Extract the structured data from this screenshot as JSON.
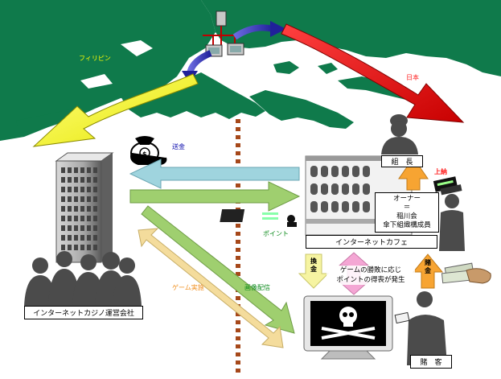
{
  "labels": {
    "philippines": "フィリピン",
    "japan": "日本",
    "remittance": "送金",
    "point": "ポイント",
    "game_operation": "ゲーム実施",
    "image_delivery": "画像配信",
    "payoff": "上納",
    "boss": "組　長",
    "owner_line1": "オーナー",
    "owner_line2": "＝",
    "owner_line3": "稲川会",
    "owner_line4": "傘下組織構成員",
    "internet_cafe": "インターネットカフェ",
    "casino_company": "インターネットカジノ運営会社",
    "cash_out": "換金",
    "betting_money": "賭金",
    "game_result_line1": "ゲームの勝敗に応じ",
    "game_result_line2": "ポイントの得喪が発生",
    "gambler": "賭　客"
  },
  "colors": {
    "map_green": "#0f7a4b",
    "ocean": "#ffffff",
    "arrow_yellow": "#f2f23a",
    "arrow_red": "#ee1c1c",
    "arrow_blue": "#3838c8",
    "arrow_lightblue": "#9fd4de",
    "arrow_green": "#9fcf6f",
    "arrow_peach": "#f4dc9c",
    "arrow_pink": "#f4a6d4",
    "arrow_orange": "#f7a432",
    "arrow_paleyellow": "#f6f4a2",
    "border_dots": "#a6481a",
    "building_gray": "#6f6f6f",
    "silhouette": "#4b4b4b"
  },
  "icons": [
    "money-bag-icon",
    "server-network-icon",
    "skull-crossbones-icon",
    "money-stack-icon",
    "cash-hand-icon",
    "computer-monitor-icon"
  ]
}
